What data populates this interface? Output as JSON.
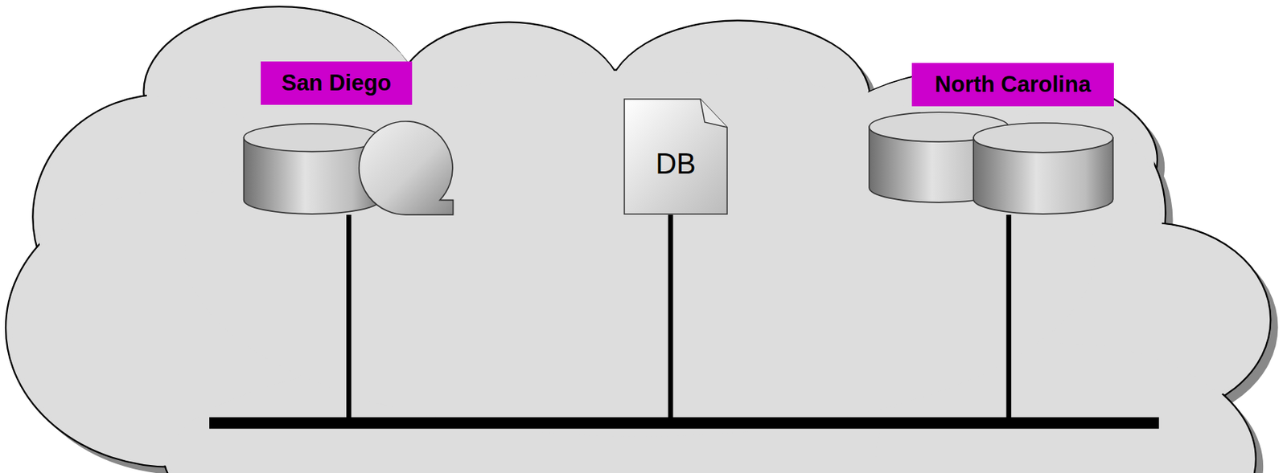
{
  "diagram": {
    "nodes": [
      {
        "text": [
          "San Diego"
        ]
      },
      {
        "text": [
          "DB"
        ]
      },
      {
        "text": [
          "North Carolina"
        ]
      }
    ]
  }
}
